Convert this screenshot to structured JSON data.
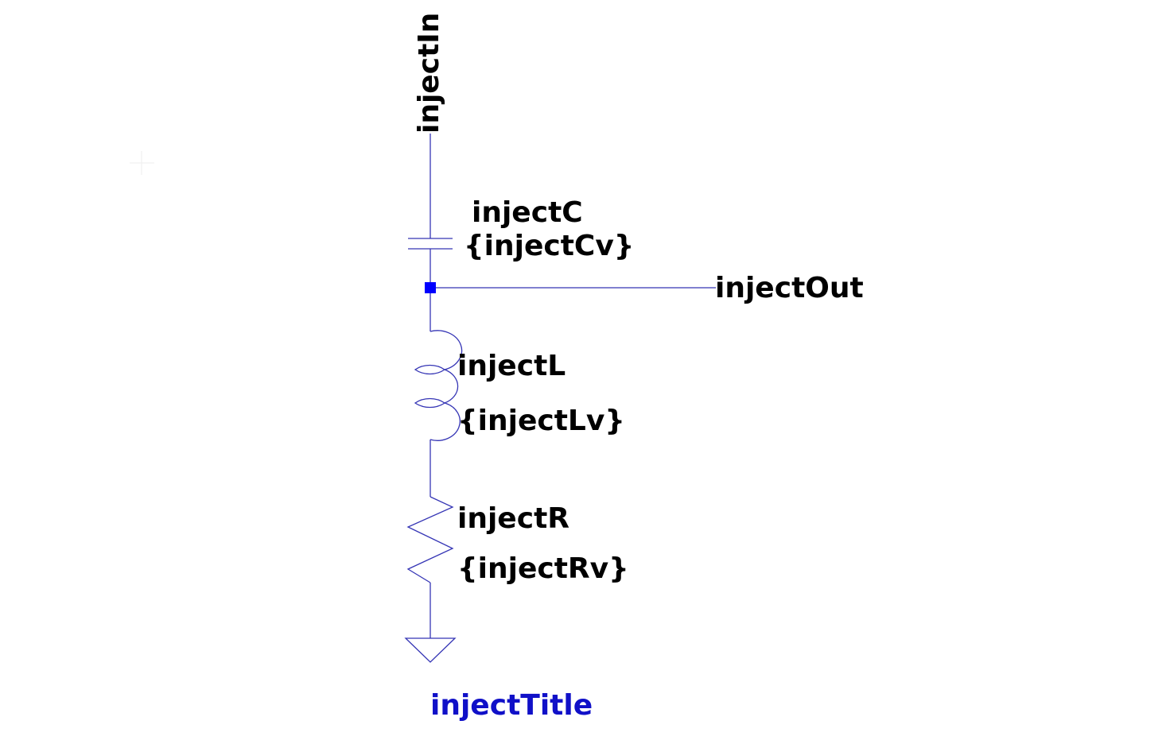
{
  "schematic": {
    "net_labels": {
      "input": "injectIn",
      "output": "injectOut"
    },
    "components": {
      "capacitor": {
        "name": "injectC",
        "value": "{injectCv}"
      },
      "inductor": {
        "name": "injectL",
        "value": "{injectLv}"
      },
      "resistor": {
        "name": "injectR",
        "value": "{injectRv}"
      }
    },
    "title": "injectTitle"
  },
  "colors": {
    "wire": "#3333bb",
    "junction": "#0000ff",
    "title": "#1010c8",
    "text": "#000000"
  }
}
